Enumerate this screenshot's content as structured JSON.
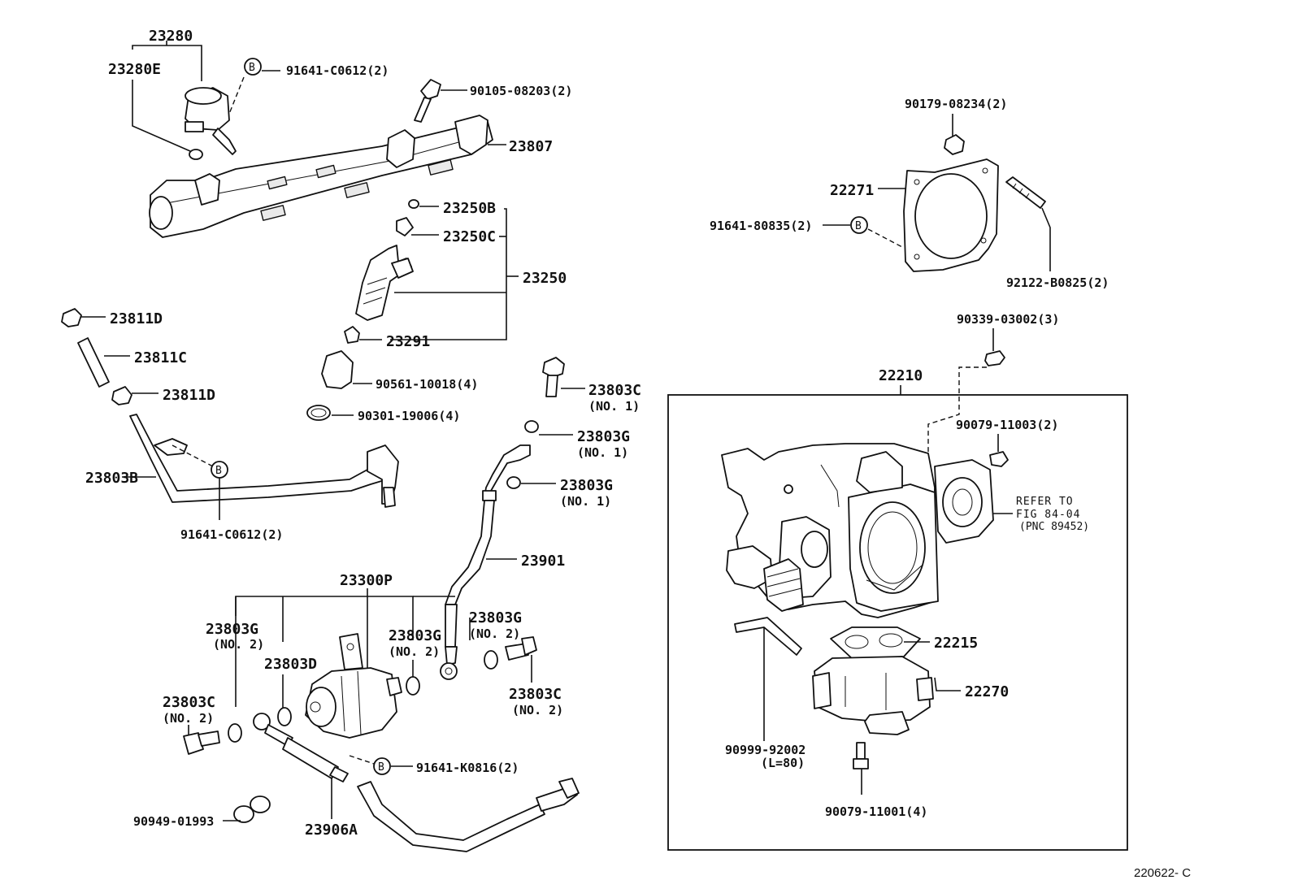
{
  "labels": {
    "l23280": "23280",
    "l23280E": "23280E",
    "l91641_C0612_top": "91641-C0612(2)",
    "l90105": "90105-08203(2)",
    "l23807": "23807",
    "l23250B": "23250B",
    "l23250C": "23250C",
    "l23250": "23250",
    "l23291": "23291",
    "l90561": "90561-10018(4)",
    "l90301": "90301-19006(4)",
    "l23811D_a": "23811D",
    "l23811C": "23811C",
    "l23811D_b": "23811D",
    "l23803B": "23803B",
    "l91641_C0612_bot": "91641-C0612(2)",
    "l23803C_no1": "23803C",
    "l23803C_no1_sub": "(NO. 1)",
    "l23803G_a": "23803G",
    "l23803G_a_sub": "(NO. 1)",
    "l23803G_b": "23803G",
    "l23803G_b_sub": "(NO. 1)",
    "l23901": "23901",
    "l23300P": "23300P",
    "l23803G_c": "23803G",
    "l23803G_c_sub": "(NO. 2)",
    "l23803D": "23803D",
    "l23803G_d": "23803G",
    "l23803G_d_sub": "(NO. 2)",
    "l23803G_e": "23803G",
    "l23803G_e_sub": "(NO. 2)",
    "l23803C_no2_left": "23803C",
    "l23803C_no2_left_sub": "(NO. 2)",
    "l23803C_no2_right": "23803C",
    "l23803C_no2_right_sub": "(NO. 2)",
    "l91641_K0816": "91641-K0816(2)",
    "l90949": "90949-01993",
    "l23906A": "23906A",
    "l90179": "90179-08234(2)",
    "l22271": "22271",
    "l91641_80835": "91641-80835(2)",
    "l92122": "92122-B0825(2)",
    "l90339": "90339-03002(3)",
    "l22210": "22210",
    "l90079_11003": "90079-11003(2)",
    "refer_1": "REFER TO",
    "refer_2": "FIG 84-04",
    "refer_3": "(PNC 89452)",
    "l22215": "22215",
    "l22270": "22270",
    "l90999": "90999-92002",
    "l90999_sub": "(L=80)",
    "l90079_11001": "90079-11001(4)",
    "bubble_B": "B",
    "figure_code": "220622- C"
  }
}
